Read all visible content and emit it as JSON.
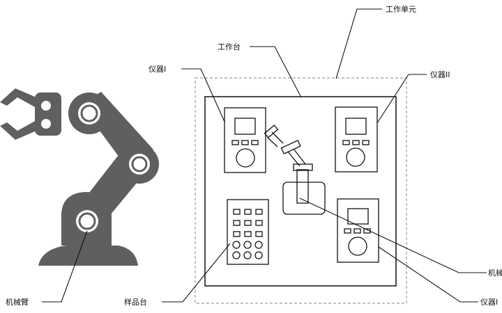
{
  "labels": {
    "work_unit": "工作单元",
    "workbench": "工作台",
    "instrument_1": "仪器I",
    "instrument_2": "仪器II",
    "robot_arm": "机械臂",
    "sample_stage": "样品台",
    "manipulator": "机械",
    "instrument_3": "仪器I"
  },
  "colors": {
    "robot": "#5f5f5f",
    "line": "#111111",
    "dashed": "#9a9a9a"
  }
}
